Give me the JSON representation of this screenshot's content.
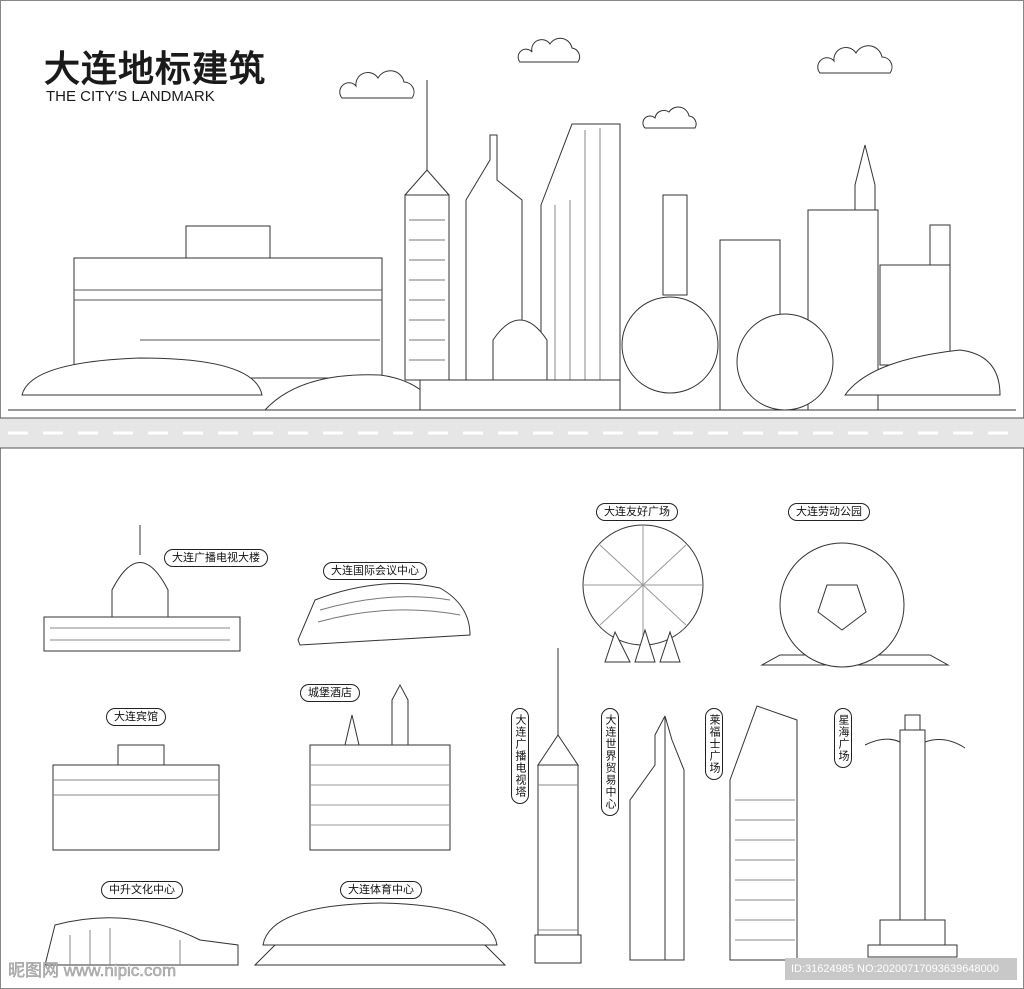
{
  "header": {
    "title": "大连地标建筑",
    "subtitle": "THE CITY'S LANDMARK"
  },
  "labels": {
    "radio_tv_building": "大连广播电视大楼",
    "convention_center": "大连国际会议中心",
    "friendship_square": "大连友好广场",
    "labor_park": "大连劳动公园",
    "hotel": "大连宾馆",
    "castle_hotel": "城堡酒店",
    "zhongsheng_center": "中升文化中心",
    "sports_center": "大连体育中心",
    "tv_tower": "大连广播电视塔",
    "world_trade_center": "大连世界贸易中心",
    "raffles_city": "莱福士广场",
    "xinghai_square": "星海广场"
  },
  "watermark": {
    "site": "昵图网 www.nipic.com",
    "id": "ID:31624985 NO:20200717093639648000"
  },
  "colors": {
    "line": "#333333",
    "background": "#ffffff",
    "road": "#e6e6e6"
  }
}
